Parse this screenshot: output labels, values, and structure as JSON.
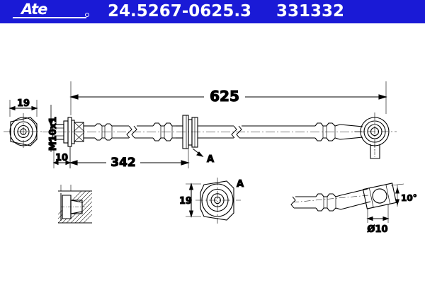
{
  "header": {
    "brand_logo": "ate-logo",
    "brand_text": "Ate",
    "part_number": "24.5267-0625.3",
    "reference_number": "331332",
    "background_color": "#1a1ad6",
    "text_color": "#ffffff"
  },
  "drawing": {
    "title": "brake-hose-technical-drawing",
    "line_color": "#000000",
    "dimensions": {
      "overall_length": "625",
      "thread_spec": "M10x1",
      "left_hex_width": "19",
      "left_offset": "10",
      "mid_length": "342",
      "section_width": "19",
      "banjo_bore": "Ø10",
      "banjo_angle": "10°"
    },
    "section_markers": {
      "upper": "A",
      "lower": "A"
    },
    "views": {
      "left_end_view": "left-end-circular-view",
      "left_section_detail": "hatched-cross-section-detail",
      "section_aa": "section-a-a-view",
      "right_banjo_detail": "banjo-fitting-angle-detail"
    }
  }
}
